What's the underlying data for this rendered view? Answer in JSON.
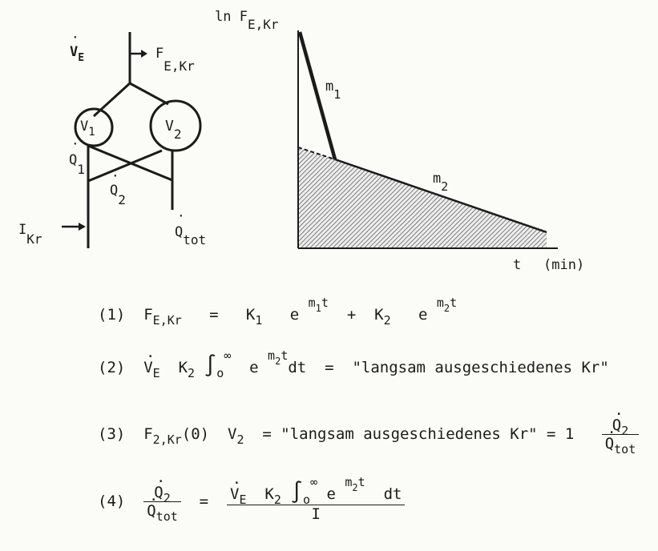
{
  "diagram": {
    "v_dot_e": "V",
    "v_dot_e_sub": "E",
    "f_e_kr": "F",
    "f_e_kr_sub": "E,Kr",
    "v1": "V",
    "v1_sub": "1",
    "v2": "V",
    "v2_sub": "2",
    "q1": "Q",
    "q1_sub": "1",
    "q2": "Q",
    "q2_sub": "2",
    "i_kr": "I",
    "i_kr_sub": "Kr",
    "q_tot": "Q",
    "q_tot_sub": "tot"
  },
  "chart": {
    "ylabel_ln": "ln F",
    "ylabel_sub": "E,Kr",
    "m1": "m",
    "m1_sub": "1",
    "m2": "m",
    "m2_sub": "2",
    "xlabel": "t",
    "xunit": "(min)"
  },
  "equations": {
    "e1_num": "(1)",
    "e2_num": "(2)",
    "e3_num": "(3)",
    "e4_num": "(4)",
    "F": "F",
    "E_Kr": "E,Kr",
    "eq": "=",
    "K": "K",
    "one": "1",
    "two": "2",
    "e": "e",
    "m": "m",
    "t": "t",
    "plus": "+",
    "V": "V",
    "E": "E",
    "integral": "∫",
    "lower": "o",
    "infinity": "∞",
    "dt": "dt",
    "slow_kr": "\"langsam ausgeschiedenes Kr\"",
    "F2": "F",
    "two_kr": "2,Kr",
    "zero_arg": "(0)",
    "eq_one": "= 1",
    "Q": "Q",
    "tot": "tot",
    "I": "I"
  }
}
